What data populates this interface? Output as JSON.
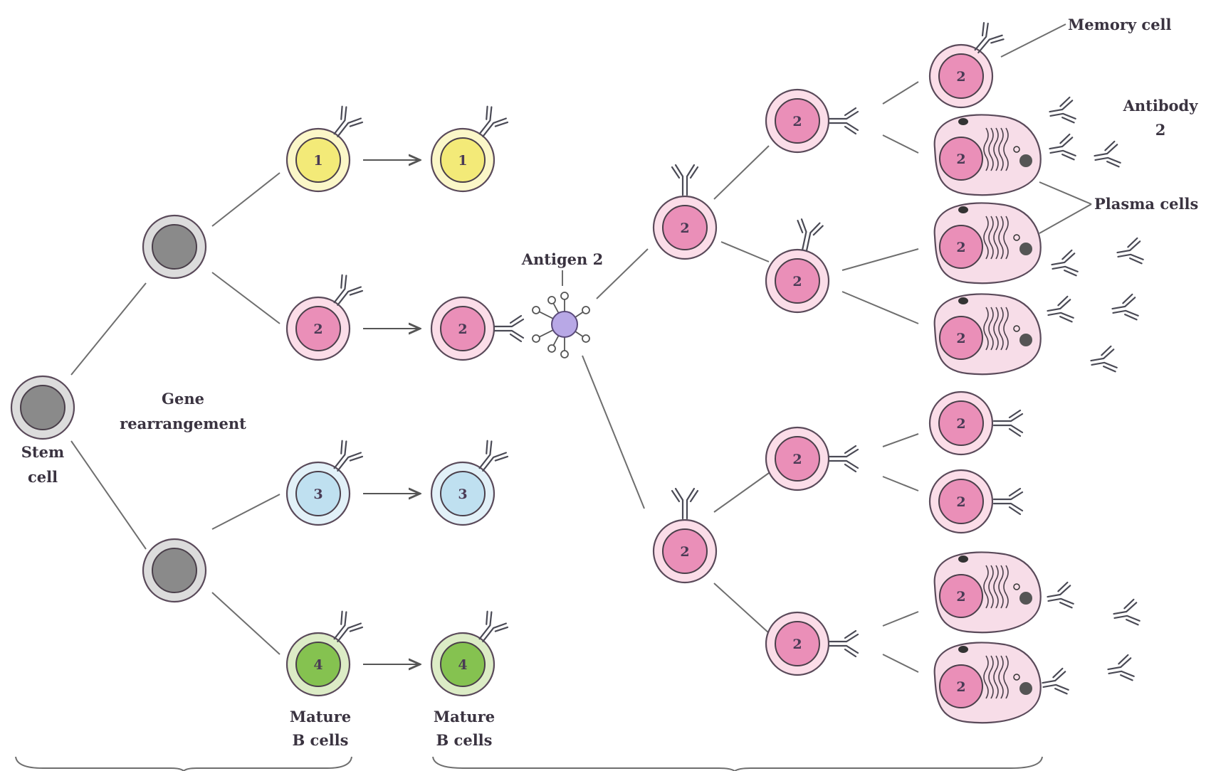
{
  "labels": {
    "stem_cell": [
      "Stem",
      "cell"
    ],
    "gene_rearrangement": [
      "Gene",
      "rearrangement"
    ],
    "mature_b_cells_1": [
      "Mature",
      "B cells"
    ],
    "mature_b_cells_2": [
      "Mature",
      "B cells"
    ],
    "antigen": "Antigen 2",
    "memory_cell": "Memory cell",
    "antibody": [
      "Antibody",
      "2"
    ],
    "plasma_cells": "Plasma cells"
  },
  "cell_numbers": {
    "yellow": "1",
    "pink": "2",
    "blue": "3",
    "green": "4"
  },
  "colors": {
    "yellow_outer": "#fbf7c8",
    "yellow_nucleus": "#f3ea78",
    "pink_outer": "#fbdde8",
    "pink_nucleus": "#ea8fb8",
    "blue_outer": "#e2f1f8",
    "blue_nucleus": "#bfe0f0",
    "green_outer": "#dcecc6",
    "green_nucleus": "#85c250",
    "gray_outer": "#dcdcdc",
    "gray_nucleus": "#8a8a8a",
    "antigen": "#b8a8e6",
    "plasma_body": "#f7dde8"
  }
}
